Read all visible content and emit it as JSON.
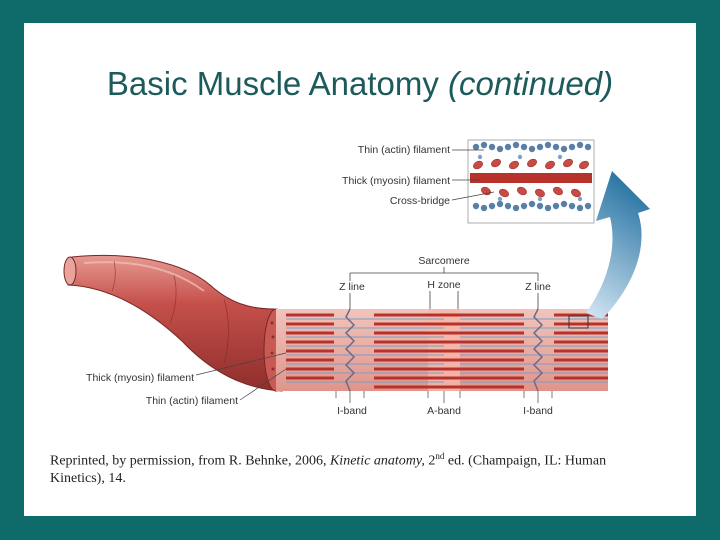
{
  "title": {
    "main": "Basic Muscle Anatomy",
    "italic": "(continued)"
  },
  "diagram": {
    "labels": {
      "thin_filament_top": "Thin (actin) filament",
      "thick_filament_top": "Thick (myosin) filament",
      "cross_bridge": "Cross-bridge",
      "sarcomere": "Sarcomere",
      "z_line_left": "Z line",
      "h_zone": "H zone",
      "z_line_right": "Z line",
      "thick_filament_left": "Thick (myosin) filament",
      "thin_filament_left": "Thin (actin) filament",
      "i_band_left": "I-band",
      "a_band": "A-band",
      "i_band_right": "I-band"
    },
    "colors": {
      "muscle": "#c6504b",
      "muscle_light": "#e8a49a",
      "actin": "#5a7fa6",
      "myosin": "#b8322c",
      "arrow": "#3f86b0",
      "h_zone": "#f4b2a4"
    }
  },
  "citation": {
    "prefix": "Reprinted, by permission, from R. Behnke, 2006, ",
    "book": "Kinetic anatomy,",
    "edition_num": " 2",
    "edition_sup": "nd",
    "suffix": " ed. (Champaign, IL: Human Kinetics), 14."
  }
}
